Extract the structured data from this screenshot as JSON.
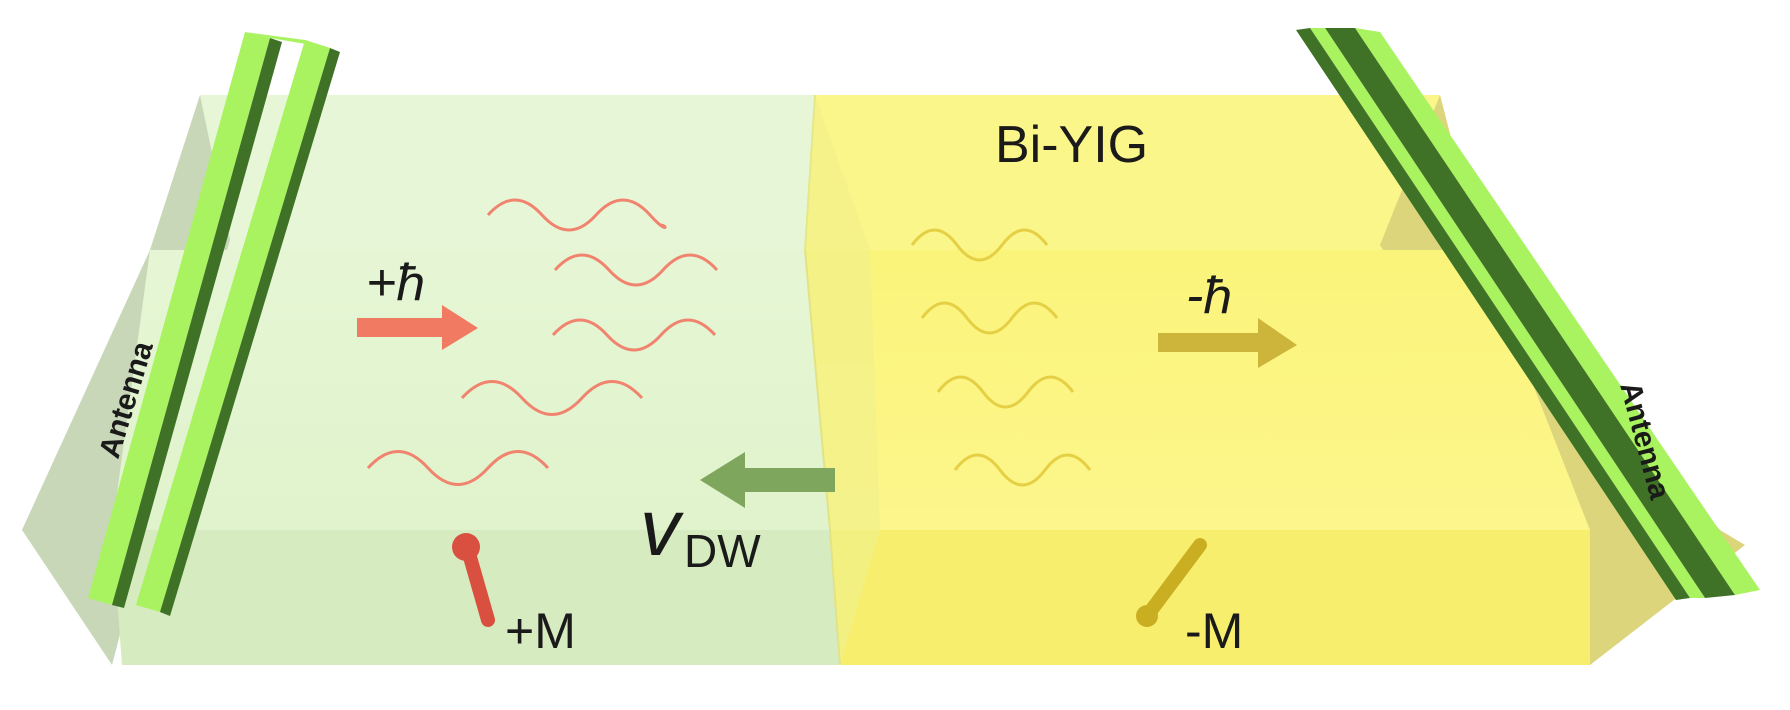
{
  "labels": {
    "material": "Bi-YIG",
    "antenna_left": "Antenna",
    "antenna_right": "Antenna",
    "hbar_plus": "+ħ",
    "hbar_minus": "-ħ",
    "velocity_symbol": "v",
    "velocity_subscript": "DW",
    "mag_plus": "+M",
    "mag_minus": "-M"
  },
  "colors": {
    "left_domain": "#e4f4d2",
    "right_domain": "#fbf583",
    "antenna_light": "#a6f25d",
    "antenna_dark": "#3f7226",
    "wave_left": "#f0846e",
    "wave_right": "#e5cf44",
    "arrow_left": "#f07a62",
    "arrow_right": "#cdb53b",
    "velocity_arrow": "#7ea65c",
    "moment_left": "#d95040",
    "moment_right": "#c9ae22"
  },
  "icons": {
    "plus_moment": "magnetization-up-icon",
    "minus_moment": "magnetization-down-icon",
    "plus_wave_arrow": "arrow-right-icon",
    "minus_wave_arrow": "arrow-right-icon",
    "domain_wall_arrow": "arrow-left-icon"
  }
}
